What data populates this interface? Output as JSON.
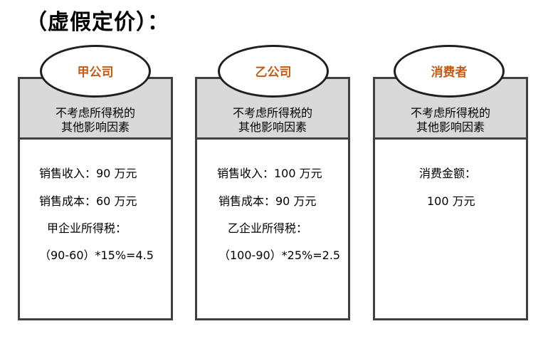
{
  "title": "（虚假定价）：",
  "accent_color": "#c55a11",
  "cards": [
    {
      "name": "甲公司",
      "header": "不考虑所得税的\n其他影响因素",
      "lines": [
        "销售收入：90 万元",
        "销售成本：60 万元",
        "甲企业所得税：",
        "（90-60）*15%=4.5"
      ]
    },
    {
      "name": "乙公司",
      "header": "不考虑所得税的\n其他影响因素",
      "lines": [
        "销售收入：100 万元",
        "销售成本：90 万元",
        "乙企业所得税：",
        "（100-90）*25%=2.5"
      ]
    },
    {
      "name": "消费者",
      "header": "不考虑所得税的\n其他影响因素",
      "lines": [
        "消费金额：",
        "100 万元"
      ]
    }
  ]
}
